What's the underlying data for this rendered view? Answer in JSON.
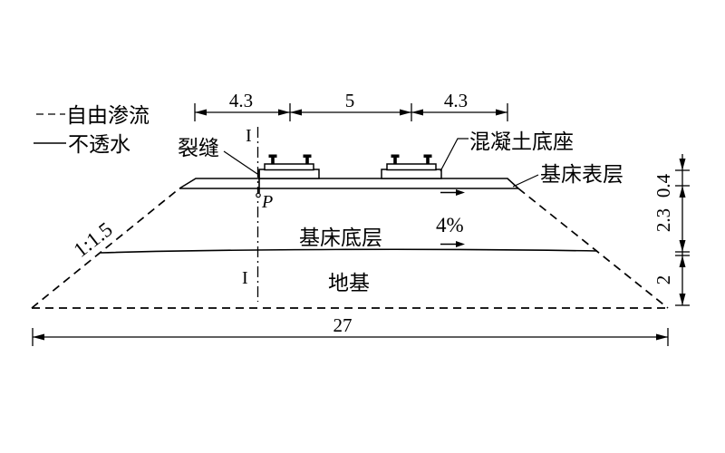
{
  "title": "railway embankment seepage cross-section diagram",
  "colors": {
    "ink": "#000000",
    "background": "#ffffff"
  },
  "legend": {
    "free_seepage_label": "自由渗流",
    "impervious_label": "不透水"
  },
  "labels": {
    "crack": "裂缝",
    "concrete_base": "混凝土底座",
    "subgrade_surface_layer": "基床表层",
    "subgrade_bottom_layer": "基床底层",
    "foundation": "地基",
    "slope_ratio": "1:1.5",
    "drainage_gradient": "4%",
    "section_marker_top": "I",
    "section_marker_bottom": "I",
    "point_p": "P"
  },
  "dimensions": {
    "top": [
      "4.3",
      "5",
      "4.3"
    ],
    "right": [
      "0.4",
      "2.3",
      "2"
    ],
    "bottom_total": "27"
  }
}
